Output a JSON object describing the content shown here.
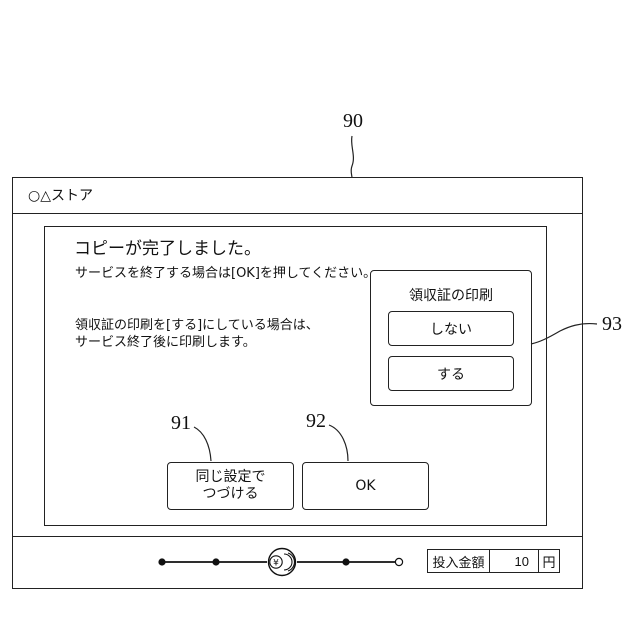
{
  "reference_numerals": {
    "screen": "90",
    "same_settings_button": "91",
    "ok_button": "92",
    "receipt_panel": "93"
  },
  "header": {
    "store_name": "○△ストア"
  },
  "dialog": {
    "heading": "コピーが完了しました。",
    "message_end": "サービスを終了する場合は[OK]を押してください。",
    "message_receipt_line1": "領収証の印刷を[する]にしている場合は、",
    "message_receipt_line2": "サービス終了後に印刷します。",
    "same_settings_line1": "同じ設定で",
    "same_settings_line2": "つづける",
    "ok_label": "OK"
  },
  "receipt_panel": {
    "title": "領収証の印刷",
    "option_no": "しない",
    "option_yes": "する"
  },
  "footer": {
    "progress": {
      "coin_icon": "yen-coin-icon",
      "steps_completed_before_coin": 2,
      "steps_completed_after_coin": 1,
      "steps_remaining": 1
    },
    "amount_label": "投入金額",
    "amount_value": "10",
    "amount_unit": "円"
  }
}
